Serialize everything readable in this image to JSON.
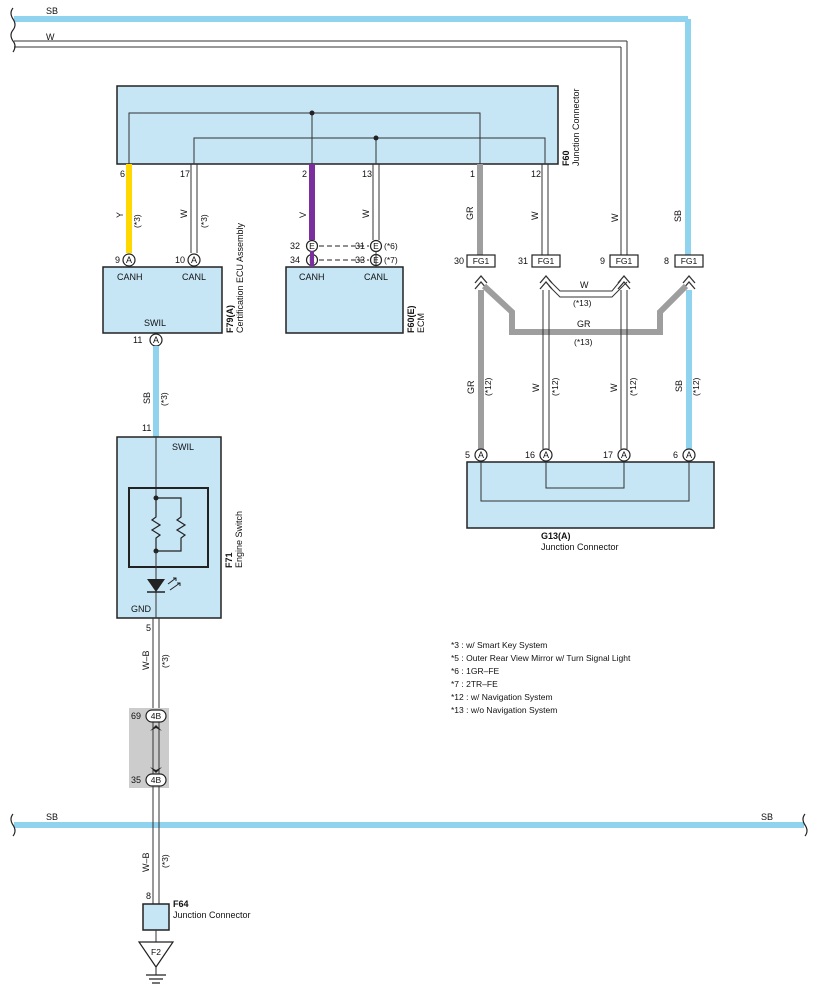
{
  "colors": {
    "box_fill": "#c6e6f5",
    "sb": "#8fd3ef",
    "y": "#ffd800",
    "v": "#7b2f9e",
    "gr": "#9e9e9e",
    "shade": "#cccccc"
  },
  "wires": {
    "sb": "SB",
    "w": "W",
    "y": "Y",
    "v": "V",
    "gr": "GR",
    "wb": "W–B"
  },
  "conditions": {
    "c3": "(*3)",
    "c6": "(*6)",
    "c7": "(*7)",
    "c12": "(*12)",
    "c13": "(*13)"
  },
  "components": {
    "f60": {
      "code": "F60",
      "name": "Junction Connector",
      "pins": [
        "6",
        "17",
        "2",
        "13",
        "1",
        "12"
      ]
    },
    "f79": {
      "code": "F79(A)",
      "name": "Certification ECU Assembly",
      "canh": "CANH",
      "canl": "CANL",
      "swil": "SWIL",
      "pin9": "9",
      "pin10": "10",
      "pin11": "11",
      "conn": "A"
    },
    "f60e": {
      "code": "F60(E)",
      "name": "ECM",
      "canh": "CANH",
      "canl": "CANL",
      "pin32": "32",
      "pin34": "34",
      "pin31": "31",
      "pin33": "33",
      "conn": "E"
    },
    "fg1": {
      "code": "FG1",
      "pins": [
        "30",
        "31",
        "9",
        "8"
      ]
    },
    "g13": {
      "code": "G13(A)",
      "name": "Junction Connector",
      "pins": [
        "5",
        "16",
        "17",
        "6"
      ],
      "conn": "A"
    },
    "f71": {
      "code": "F71",
      "name": "Engine Switch",
      "swil": "SWIL",
      "gnd": "GND",
      "pin11": "11",
      "pin5": "5"
    },
    "j4b": {
      "code": "4B",
      "pin69": "69",
      "pin35": "35"
    },
    "f64": {
      "code": "F64",
      "name": "Junction Connector",
      "pin8": "8"
    },
    "ground": {
      "code": "F2"
    }
  },
  "notes": [
    "*3 : w/ Smart Key System",
    "*5 : Outer Rear View Mirror w/ Turn Signal Light",
    "*6 : 1GR–FE",
    "*7 : 2TR–FE",
    "*12 : w/ Navigation System",
    "*13 : w/o Navigation System"
  ]
}
